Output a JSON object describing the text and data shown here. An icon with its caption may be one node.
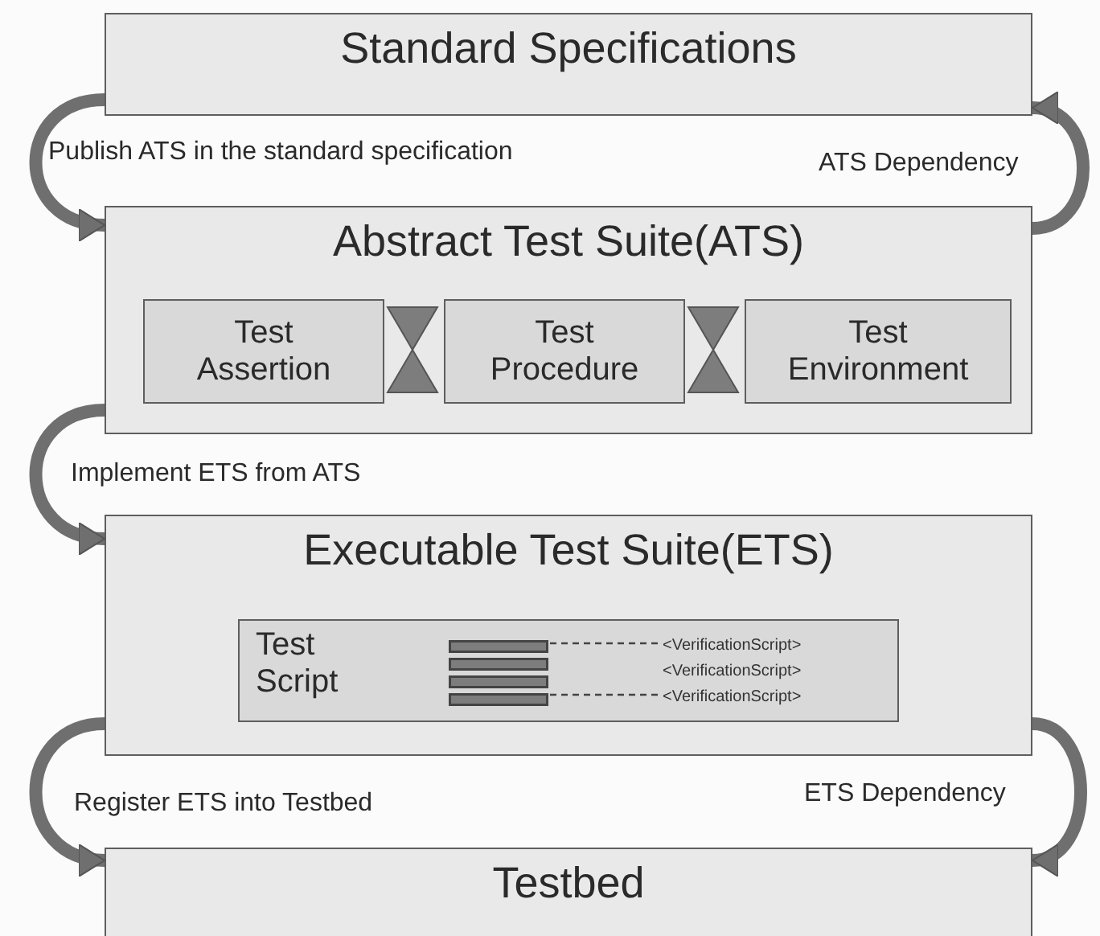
{
  "diagram": {
    "nodes": [
      {
        "text": [
          "Standard Specifications"
        ]
      },
      {
        "text": [
          "Abstract Test Suite(ATS)"
        ]
      },
      {
        "text": [
          "Test Assertion"
        ],
        "in": 1
      },
      {
        "text": [
          "Test Procedure"
        ],
        "in": 1
      },
      {
        "text": [
          "Test Environment"
        ],
        "in": 1
      },
      {
        "text": [
          "Executable Test Suite(ETS)"
        ]
      },
      {
        "text": [
          "Test Script"
        ],
        "in": 5
      },
      {
        "text": [],
        "shape": "bar",
        "in": 6
      },
      {
        "text": [
          "<VerificationScript>"
        ],
        "in": 6
      },
      {
        "text": [
          "<VerificationScript>"
        ],
        "in": 6
      },
      {
        "text": [
          "<VerificationScript>"
        ],
        "in": 6
      },
      {
        "text": [
          "Testbed"
        ]
      }
    ],
    "edges": [
      {
        "from": 0,
        "to": 1,
        "arrow": "to",
        "label": "Publish ATS in the standard specification"
      },
      {
        "from": 1,
        "to": 0,
        "arrow": "to",
        "label": "ATS Dependency"
      },
      {
        "from": 2,
        "to": 3,
        "arrow": "none"
      },
      {
        "from": 3,
        "to": 4,
        "arrow": "none"
      },
      {
        "from": 1,
        "to": 5,
        "arrow": "to",
        "label": "Implement ETS from ATS"
      },
      {
        "from": 8,
        "to": 7,
        "arrow": "none",
        "style": "dashed"
      },
      {
        "from": 10,
        "to": 7,
        "arrow": "none",
        "style": "dashed"
      },
      {
        "from": 5,
        "to": 11,
        "arrow": "to",
        "label": "Register ETS into Testbed"
      },
      {
        "from": 5,
        "to": 11,
        "arrow": "to",
        "label": "ETS Dependency"
      }
    ]
  }
}
